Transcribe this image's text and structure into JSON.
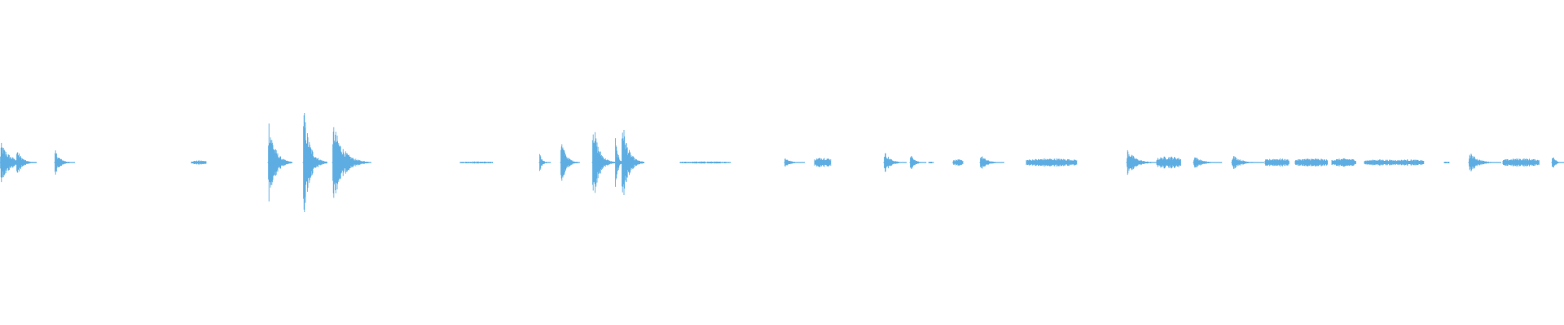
{
  "waveform": {
    "color": "#5dade2",
    "background": "#ffffff",
    "amplitude_scale": 1.0,
    "total_duration_units": 1920,
    "events": [
      {
        "t": 0,
        "amp": 0.22,
        "dur": 45,
        "shape": "decay"
      },
      {
        "t": 20,
        "amp": 0.16,
        "dur": 25,
        "shape": "decay"
      },
      {
        "t": 67,
        "amp": 0.14,
        "dur": 25,
        "shape": "decay"
      },
      {
        "t": 235,
        "amp": 0.02,
        "dur": 18,
        "shape": "flat"
      },
      {
        "t": 329,
        "amp": 0.5,
        "dur": 30,
        "shape": "decay"
      },
      {
        "t": 372,
        "amp": 0.62,
        "dur": 30,
        "shape": "decay"
      },
      {
        "t": 408,
        "amp": 0.44,
        "dur": 48,
        "shape": "decay"
      },
      {
        "t": 565,
        "amp": 0.01,
        "dur": 40,
        "shape": "flat"
      },
      {
        "t": 662,
        "amp": 0.1,
        "dur": 14,
        "shape": "decay"
      },
      {
        "t": 688,
        "amp": 0.28,
        "dur": 24,
        "shape": "decay"
      },
      {
        "t": 727,
        "amp": 0.5,
        "dur": 28,
        "shape": "decay"
      },
      {
        "t": 755,
        "amp": 0.3,
        "dur": 12,
        "shape": "decay"
      },
      {
        "t": 763,
        "amp": 0.5,
        "dur": 28,
        "shape": "decay"
      },
      {
        "t": 835,
        "amp": 0.01,
        "dur": 62,
        "shape": "flat"
      },
      {
        "t": 963,
        "amp": 0.06,
        "dur": 25,
        "shape": "decay"
      },
      {
        "t": 1000,
        "amp": 0.05,
        "dur": 20,
        "shape": "flat"
      },
      {
        "t": 1085,
        "amp": 0.13,
        "dur": 28,
        "shape": "decay"
      },
      {
        "t": 1117,
        "amp": 0.1,
        "dur": 20,
        "shape": "decay"
      },
      {
        "t": 1140,
        "amp": 0.01,
        "dur": 6,
        "shape": "flat"
      },
      {
        "t": 1170,
        "amp": 0.03,
        "dur": 12,
        "shape": "flat"
      },
      {
        "t": 1203,
        "amp": 0.09,
        "dur": 30,
        "shape": "decay"
      },
      {
        "t": 1260,
        "amp": 0.04,
        "dur": 62,
        "shape": "flat"
      },
      {
        "t": 1383,
        "amp": 0.15,
        "dur": 40,
        "shape": "decay"
      },
      {
        "t": 1420,
        "amp": 0.06,
        "dur": 30,
        "shape": "flat"
      },
      {
        "t": 1465,
        "amp": 0.08,
        "dur": 35,
        "shape": "decay"
      },
      {
        "t": 1512,
        "amp": 0.09,
        "dur": 40,
        "shape": "decay"
      },
      {
        "t": 1553,
        "amp": 0.04,
        "dur": 30,
        "shape": "flat"
      },
      {
        "t": 1590,
        "amp": 0.04,
        "dur": 40,
        "shape": "flat"
      },
      {
        "t": 1635,
        "amp": 0.04,
        "dur": 30,
        "shape": "flat"
      },
      {
        "t": 1675,
        "amp": 0.03,
        "dur": 40,
        "shape": "flat"
      },
      {
        "t": 1710,
        "amp": 0.03,
        "dur": 38,
        "shape": "flat"
      },
      {
        "t": 1773,
        "amp": 0.01,
        "dur": 6,
        "shape": "flat"
      },
      {
        "t": 1803,
        "amp": 0.12,
        "dur": 40,
        "shape": "decay"
      },
      {
        "t": 1845,
        "amp": 0.04,
        "dur": 45,
        "shape": "flat"
      },
      {
        "t": 1905,
        "amp": 0.1,
        "dur": 15,
        "shape": "decay"
      }
    ]
  }
}
